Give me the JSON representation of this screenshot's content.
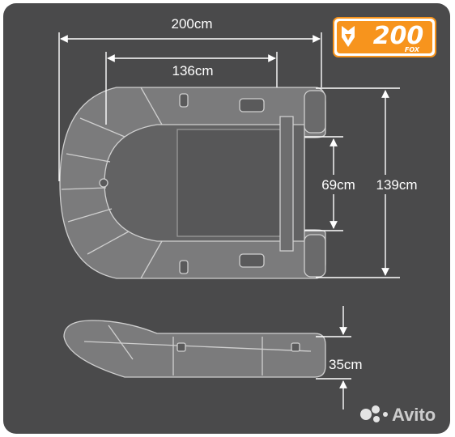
{
  "dimensions": {
    "length": "200cm",
    "floor_length": "136cm",
    "inner_width": "69cm",
    "width": "139cm",
    "tube_diameter": "35cm"
  },
  "badge": {
    "model": "200",
    "brand": "FOX",
    "color": "#f7941d",
    "logo_icon": "fox-head-icon"
  },
  "watermark": {
    "text": "Avito"
  },
  "colors": {
    "background": "#4a4a4b",
    "boat_tube": "#7a7a7b",
    "boat_floor": "#5e5e5f",
    "lines": "#ffffff"
  }
}
